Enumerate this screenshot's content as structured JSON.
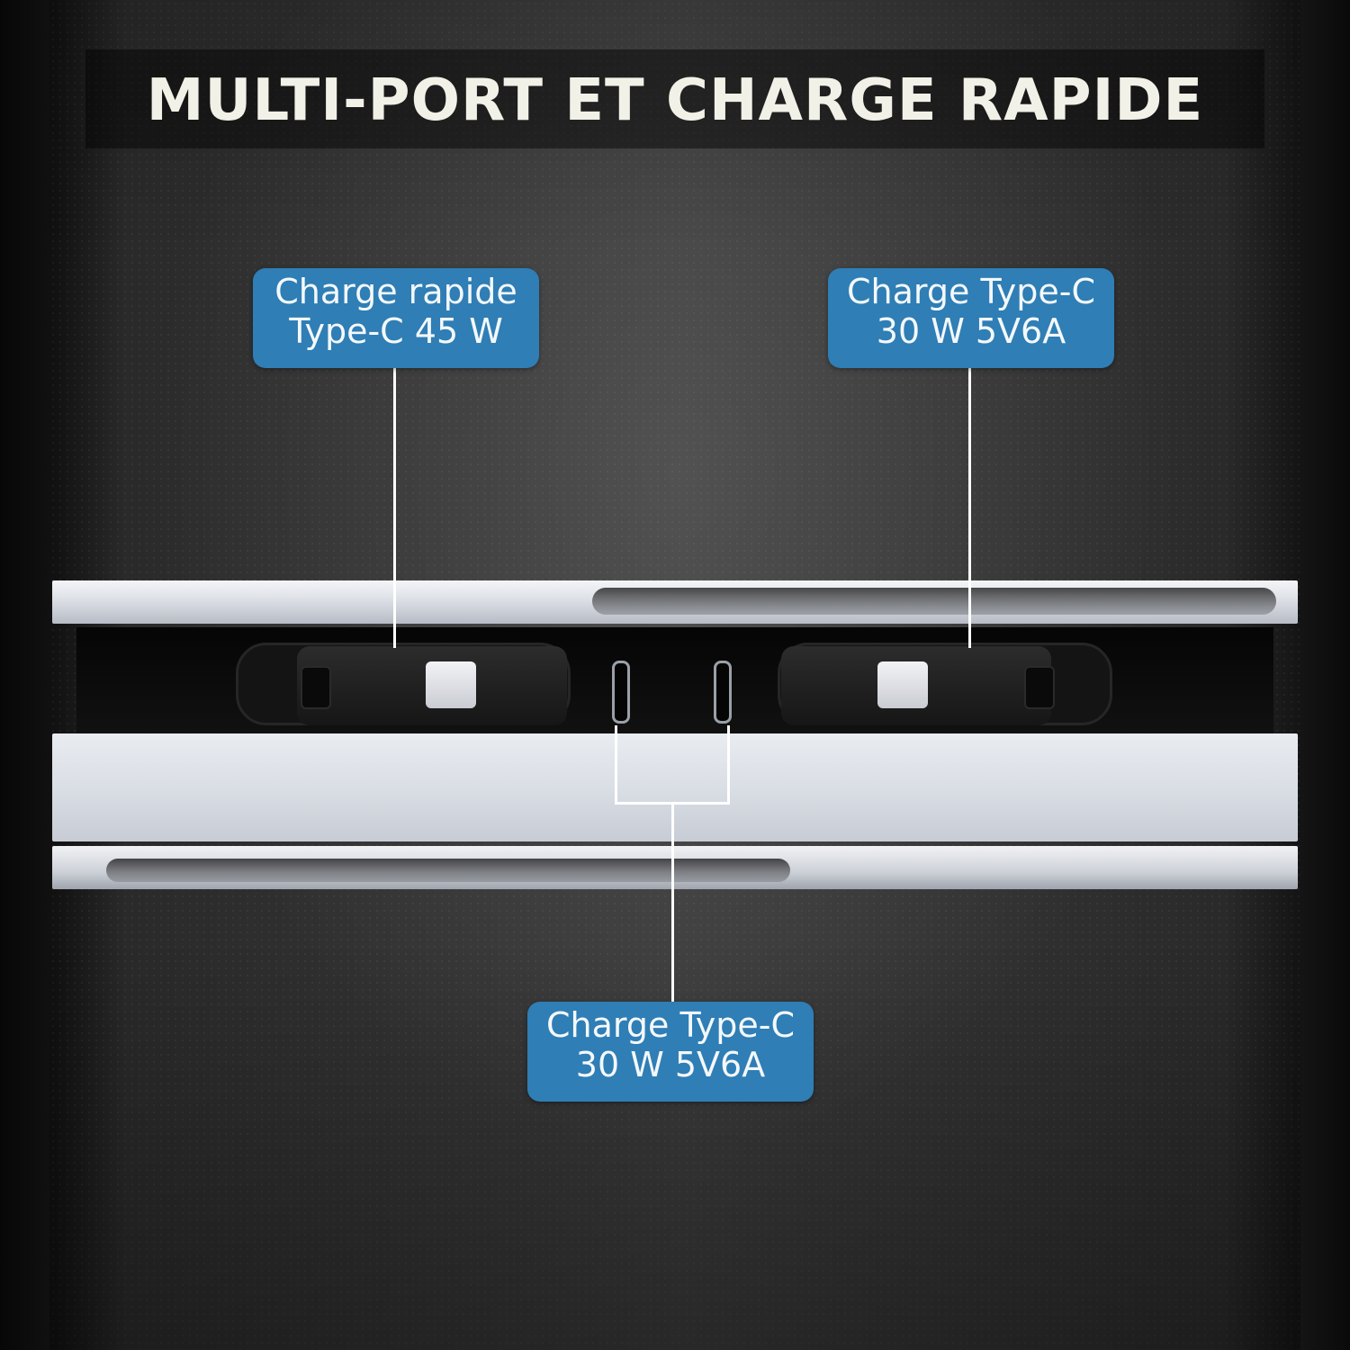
{
  "title": "MULTI-PORT ET CHARGE RAPIDE",
  "callouts": {
    "left": {
      "line1": "Charge rapide",
      "line2": "Type-C 45 W"
    },
    "right": {
      "line1": "Charge Type-C",
      "line2": "30 W 5V6A"
    },
    "bottom": {
      "line1": "Charge Type-C",
      "line2": "30 W 5V6A"
    }
  },
  "colors": {
    "callout_bg": "#2f7eb5",
    "title_text": "#f2f1e8",
    "leader_line": "#ffffff"
  },
  "icons": [
    "usb-c-port-icon",
    "usb-c-port-icon",
    "retractable-cable-icon",
    "retractable-cable-icon"
  ]
}
